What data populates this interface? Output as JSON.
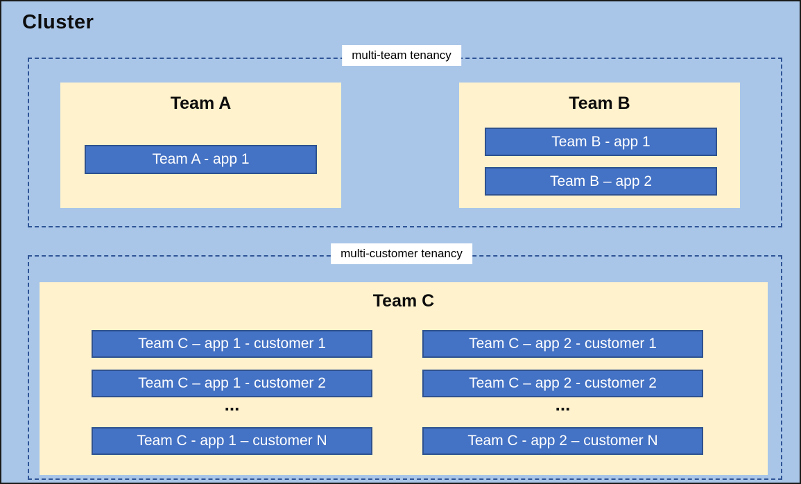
{
  "diagram": {
    "title": "Cluster",
    "multi_team": {
      "label": "multi-team tenancy",
      "team_a": {
        "name": "Team A",
        "apps": [
          "Team A - app 1"
        ]
      },
      "team_b": {
        "name": "Team B",
        "apps": [
          "Team B - app 1",
          "Team B – app 2"
        ]
      }
    },
    "multi_customer": {
      "label": "multi-customer tenancy",
      "team_c": {
        "name": "Team C",
        "col1": {
          "rows": [
            "Team C – app 1 - customer 1",
            "Team C – app 1 - customer 2"
          ],
          "ellipsis": "...",
          "last": "Team C - app 1 – customer N"
        },
        "col2": {
          "rows": [
            "Team C – app 2 - customer 1",
            "Team C – app 2 - customer 2"
          ],
          "ellipsis": "...",
          "last": "Team C - app 2 – customer N"
        }
      }
    },
    "colors": {
      "background": "#A9C6E8",
      "team_box": "#FFF2CC",
      "app_box": "#4472C4",
      "app_box_border": "#2F528F",
      "dashed_border": "#2F5496",
      "label_background": "#FFFFFF"
    }
  }
}
